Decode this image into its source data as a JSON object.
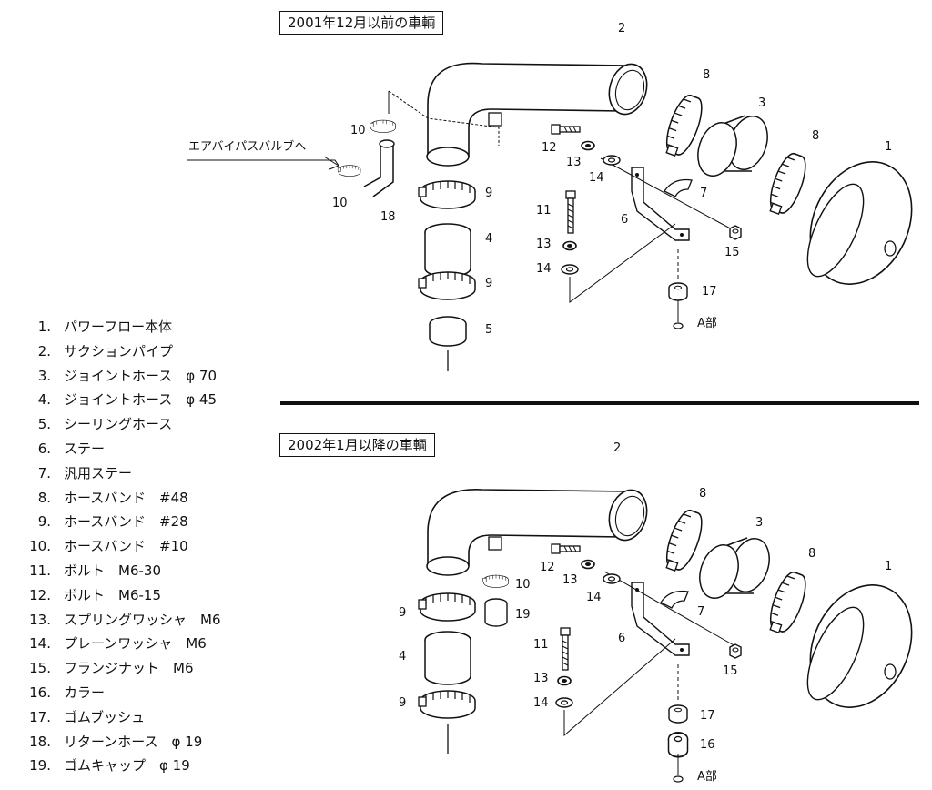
{
  "sections": {
    "top_title": "2001年12月以前の車輌",
    "bottom_title": "2002年1月以降の車輌"
  },
  "annotations": {
    "bypass_label": "エアバイパスバルブへ",
    "detail_a_top": "A部",
    "detail_a_bottom": "A部"
  },
  "parts_list": [
    {
      "num": "1.",
      "name": "パワーフロー本体"
    },
    {
      "num": "2.",
      "name": "サクションパイプ"
    },
    {
      "num": "3.",
      "name": "ジョイントホース　φ 70"
    },
    {
      "num": "4.",
      "name": "ジョイントホース　φ 45"
    },
    {
      "num": "5.",
      "name": "シーリングホース"
    },
    {
      "num": "6.",
      "name": "ステー"
    },
    {
      "num": "7.",
      "name": "汎用ステー"
    },
    {
      "num": "8.",
      "name": "ホースバンド　#48"
    },
    {
      "num": "9.",
      "name": "ホースバンド　#28"
    },
    {
      "num": "10.",
      "name": "ホースバンド　#10"
    },
    {
      "num": "11.",
      "name": "ボルト　M6-30"
    },
    {
      "num": "12.",
      "name": "ボルト　M6-15"
    },
    {
      "num": "13.",
      "name": "スプリングワッシャ　M6"
    },
    {
      "num": "14.",
      "name": "プレーンワッシャ　M6"
    },
    {
      "num": "15.",
      "name": "フランジナット　M6"
    },
    {
      "num": "16.",
      "name": "カラー"
    },
    {
      "num": "17.",
      "name": "ゴムブッシュ"
    },
    {
      "num": "18.",
      "name": "リターンホース　φ 19"
    },
    {
      "num": "19.",
      "name": "ゴムキャップ　φ 19"
    }
  ],
  "callouts_top": [
    "1",
    "2",
    "3",
    "4",
    "5",
    "6",
    "7",
    "8",
    "8",
    "9",
    "9",
    "10",
    "10",
    "11",
    "12",
    "13",
    "13",
    "14",
    "14",
    "15",
    "17",
    "18"
  ],
  "callouts_bottom": [
    "1",
    "2",
    "3",
    "4",
    "6",
    "7",
    "8",
    "8",
    "9",
    "9",
    "10",
    "11",
    "12",
    "13",
    "13",
    "14",
    "14",
    "15",
    "16",
    "17",
    "19"
  ]
}
